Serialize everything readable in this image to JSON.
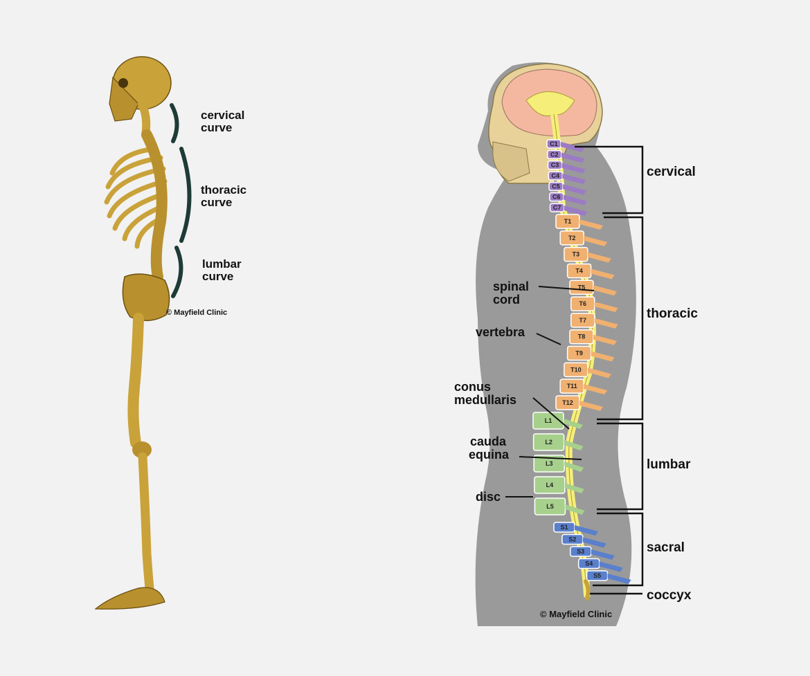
{
  "left_panel": {
    "curves": [
      {
        "line1": "cervical",
        "line2": "curve"
      },
      {
        "line1": "thoracic",
        "line2": "curve"
      },
      {
        "line1": "lumbar",
        "line2": "curve"
      }
    ],
    "copyright": "© Mayfield Clinic"
  },
  "right_panel": {
    "copyright": "© Mayfield Clinic",
    "regions": [
      "cervical",
      "thoracic",
      "lumbar",
      "sacral",
      "coccyx"
    ],
    "callouts": [
      {
        "line1": "spinal",
        "line2": "cord"
      },
      {
        "line1": "vertebra",
        "line2": ""
      },
      {
        "line1": "conus",
        "line2": "medullaris"
      },
      {
        "line1": "cauda",
        "line2": "equina"
      },
      {
        "line1": "disc",
        "line2": ""
      }
    ],
    "vertebrae": {
      "cervical": [
        "C1",
        "C2",
        "C3",
        "C4",
        "C5",
        "C6",
        "C7"
      ],
      "thoracic": [
        "T1",
        "T2",
        "T3",
        "T4",
        "T5",
        "T6",
        "T7",
        "T8",
        "T9",
        "T10",
        "T11",
        "T12"
      ],
      "lumbar": [
        "L1",
        "L2",
        "L3",
        "L4",
        "L5"
      ],
      "sacral": [
        "S1",
        "S2",
        "S3",
        "S4",
        "S5"
      ]
    },
    "colors": {
      "cervical": "#9b7bc4",
      "thoracic": "#f0b070",
      "lumbar": "#a8d08d",
      "sacral": "#5a7fcc",
      "cord": "#f5ef7a",
      "body": "#9a9a9a",
      "skull": "#e8d29a",
      "brain": "#f4b8a0"
    }
  }
}
